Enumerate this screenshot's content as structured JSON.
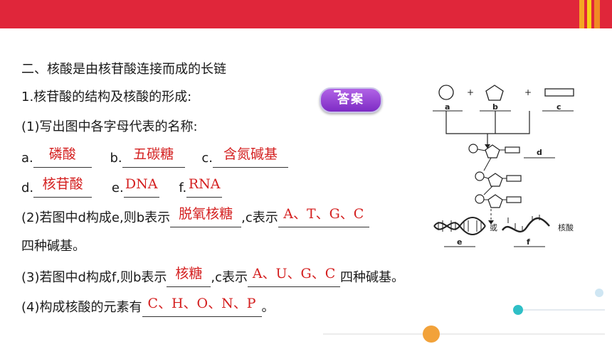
{
  "colors": {
    "header": "#e0263a",
    "answer": "#d42020",
    "button": "#8a36cc",
    "orange": "#f2a23a",
    "teal": "#2fbfc6"
  },
  "heading": "二、核酸是由核苷酸连接而成的长链",
  "section1": "1.核苷酸的结构及核酸的形成:",
  "answer_button": "答案",
  "q1": {
    "prompt": "(1)写出图中各字母代表的名称:",
    "a_label": "a.",
    "a_answer": "磷酸",
    "b_label": "b.",
    "b_answer": "五碳糖",
    "c_label": "c.",
    "c_answer": "含氮碱基",
    "d_label": "d.",
    "d_answer": "核苷酸",
    "e_label": "e.",
    "e_answer": "DNA",
    "f_label": "f.",
    "f_answer": "RNA"
  },
  "q2": {
    "pre": "(2)若图中d构成e,则b表示",
    "b_answer": "脱氧核糖",
    "mid": ",c表示",
    "c_answer": "A、T、G、C",
    "tail": "四种碱基。"
  },
  "q3": {
    "pre": "(3)若图中d构成f,则b表示",
    "b_answer": "核糖",
    "mid": ",c表示",
    "c_answer": "A、U、G、C",
    "tail": "四种碱基。"
  },
  "q4": {
    "pre": "(4)构成核酸的元素有",
    "answer": "C、H、O、N、P",
    "tail": "。"
  },
  "diagram": {
    "plus1": "+",
    "plus2": "+",
    "label_a": "a",
    "label_b": "b",
    "label_c": "c",
    "label_d": "d",
    "label_e": "e",
    "label_f": "f",
    "or_text": "或",
    "nucleic_acid": "核酸"
  }
}
